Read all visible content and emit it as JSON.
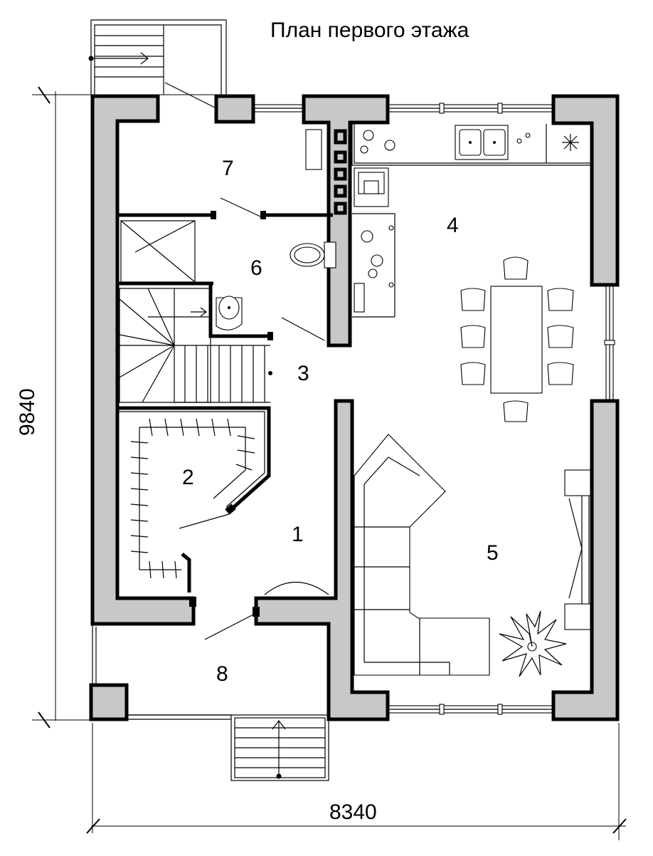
{
  "title": "План первого этажа",
  "dimensions": {
    "width": "8340",
    "height": "9840"
  },
  "rooms": [
    {
      "id": "1",
      "label": "1"
    },
    {
      "id": "2",
      "label": "2"
    },
    {
      "id": "3",
      "label": "3"
    },
    {
      "id": "4",
      "label": "4"
    },
    {
      "id": "5",
      "label": "5"
    },
    {
      "id": "6",
      "label": "6"
    },
    {
      "id": "7",
      "label": "7"
    },
    {
      "id": "8",
      "label": "8"
    }
  ]
}
